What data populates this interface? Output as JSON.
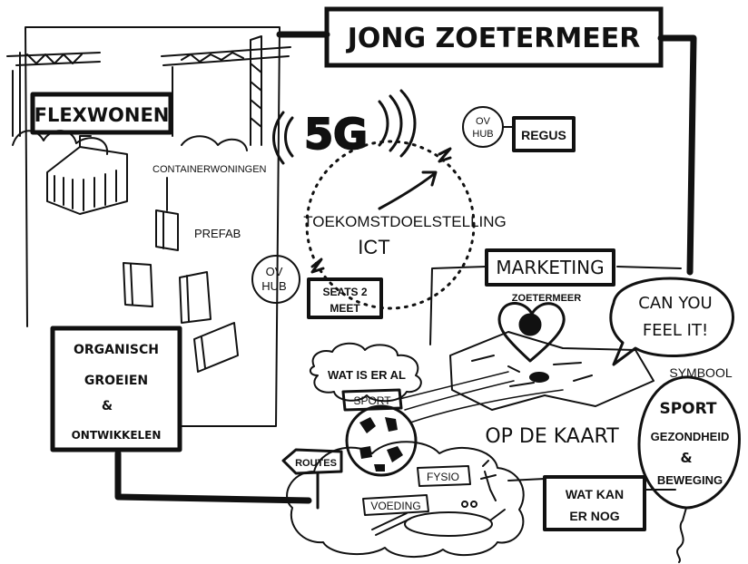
{
  "title": "JONG ZOETERMEER",
  "flexwonen": {
    "heading": "FLEXWONEN",
    "items": [
      "CONTAINERWONINGEN",
      "PREFAB"
    ]
  },
  "organisch": {
    "lines": [
      "ORGANISCH",
      "GROEIEN",
      "&",
      "ONTWIKKELEN"
    ]
  },
  "network": {
    "label": "5G",
    "goal_line1": "TOEKOMSTDOELSTELLING",
    "goal_line2": "ICT",
    "hub_top": [
      "OV",
      "HUB"
    ],
    "regus": "REGUS",
    "hub_left": [
      "OV",
      "HUB"
    ],
    "seats": [
      "SEATS 2",
      "MEET"
    ]
  },
  "marketing": {
    "heading": "MARKETING",
    "zoetermeer": "ZOETERMEER",
    "speech": [
      "CAN YOU",
      "FEEL IT!"
    ],
    "opdekaart": "OP DE KAART",
    "symbool": "SYMBOOL",
    "balloon": [
      "SPORT",
      "GEZONDHEID",
      "&",
      "BEWEGING"
    ],
    "watkan": [
      "WAT KAN",
      "ER NOG"
    ]
  },
  "sport": {
    "cloud": "WAT IS ER AL",
    "sport_tag": "SPORT",
    "routes": "ROUTES",
    "fysio": "FYSIO",
    "voeding": "VOEDING"
  }
}
